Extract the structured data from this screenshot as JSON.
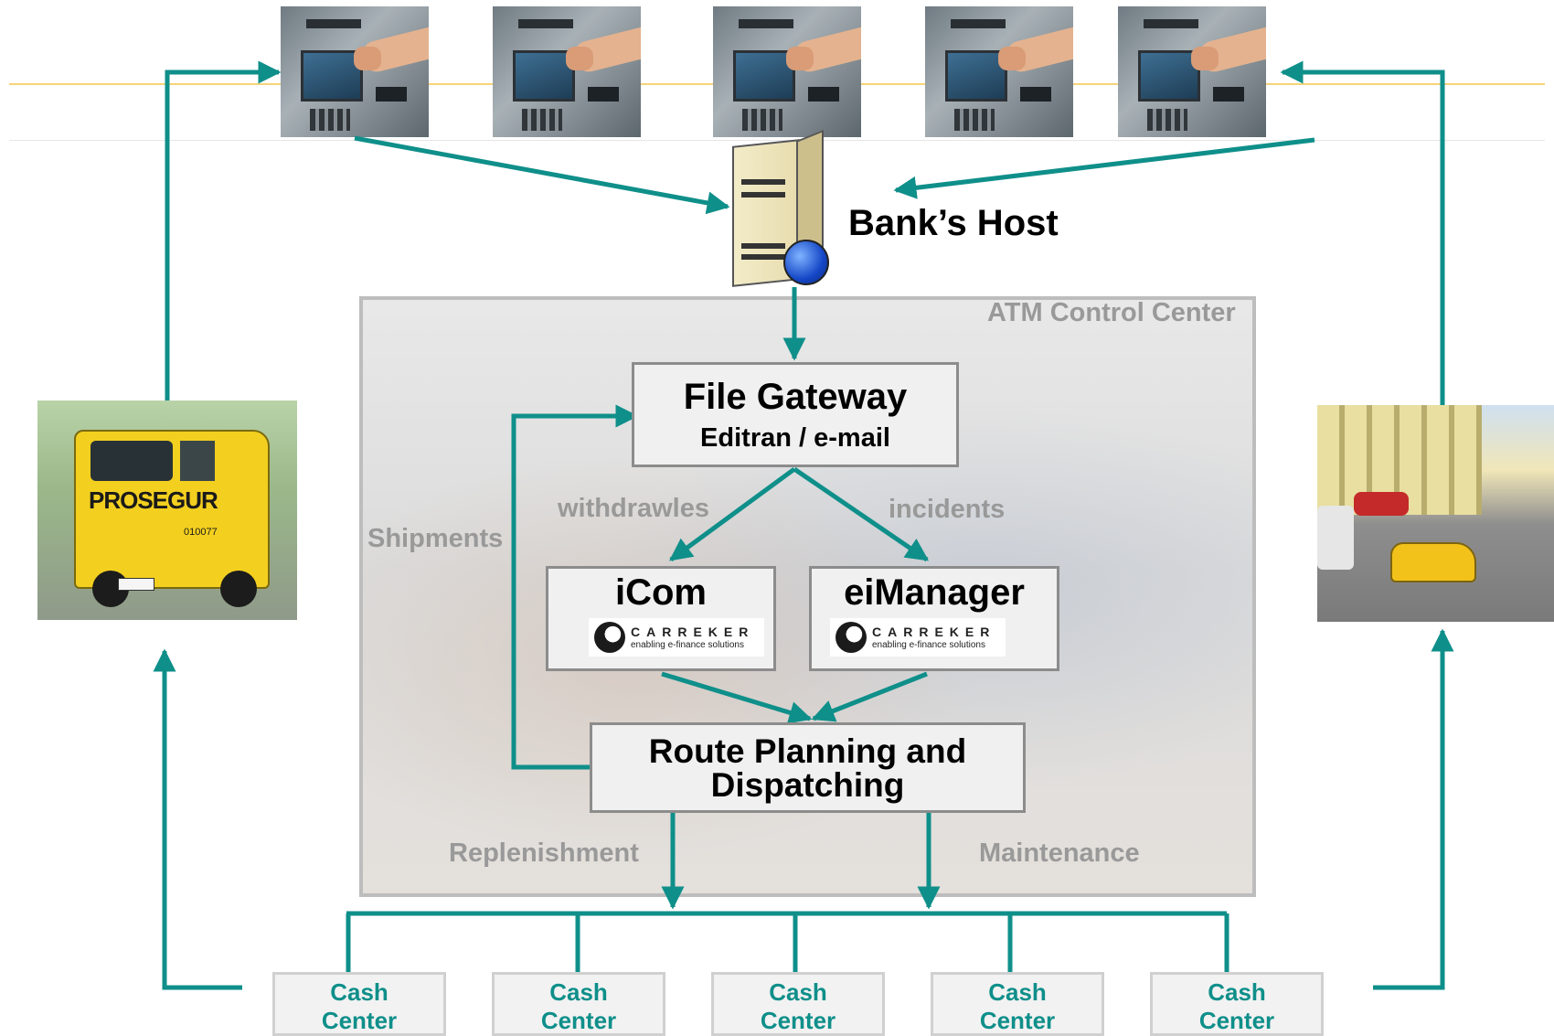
{
  "host": {
    "label": "Bank’s Host"
  },
  "control_center": {
    "label": "ATM Control Center"
  },
  "file_gateway": {
    "title": "File Gateway",
    "subtitle": "Editran / e-mail"
  },
  "icom": {
    "title": "iCom",
    "logo_brand": "CARREKER",
    "logo_tagline": "enabling e-finance solutions"
  },
  "eimanager": {
    "title": "eiManager",
    "logo_brand": "CARREKER",
    "logo_tagline": "enabling e-finance solutions"
  },
  "route_planning": {
    "line1": "Route Planning and",
    "line2": "Dispatching"
  },
  "labels": {
    "withdrawles": "withdrawles",
    "incidents": "incidents",
    "shipments": "Shipments",
    "replenishment": "Replenishment",
    "maintenance": "Maintenance"
  },
  "van": {
    "brand": "PROSEGUR",
    "number": "010077"
  },
  "cash_centers": [
    {
      "line1": "Cash",
      "line2": "Center"
    },
    {
      "line1": "Cash",
      "line2": "Center"
    },
    {
      "line1": "Cash",
      "line2": "Center"
    },
    {
      "line1": "Cash",
      "line2": "Center"
    },
    {
      "line1": "Cash",
      "line2": "Center"
    }
  ],
  "colors": {
    "arrow": "#0f8f8a",
    "gray_label": "#999999",
    "box_fill": "#f0f0f0",
    "box_border": "#8c8c8c"
  }
}
